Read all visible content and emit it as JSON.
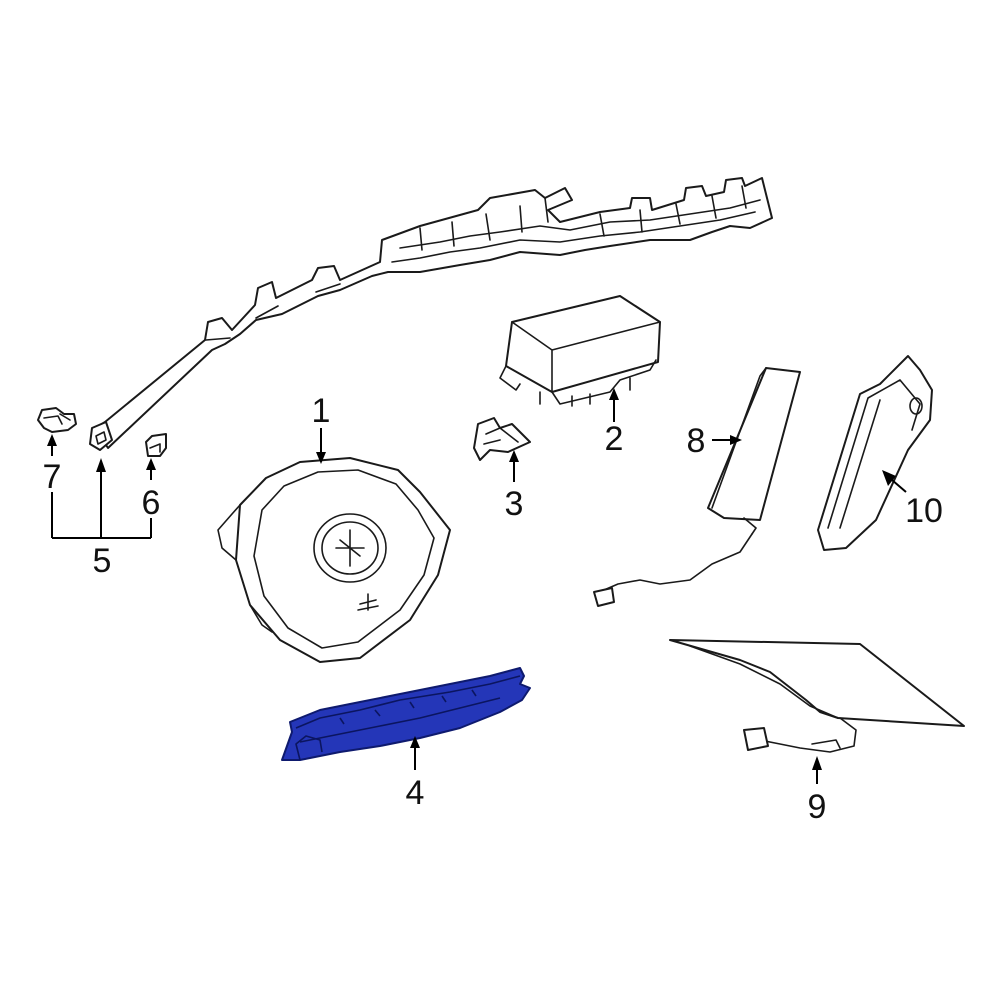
{
  "diagram": {
    "highlight_color": "#2436b8",
    "callouts": {
      "c1": "1",
      "c2": "2",
      "c3": "3",
      "c4": "4",
      "c5": "5",
      "c6": "6",
      "c7": "7",
      "c8": "8",
      "c9": "9",
      "c10": "10"
    },
    "highlighted_part": "4"
  }
}
